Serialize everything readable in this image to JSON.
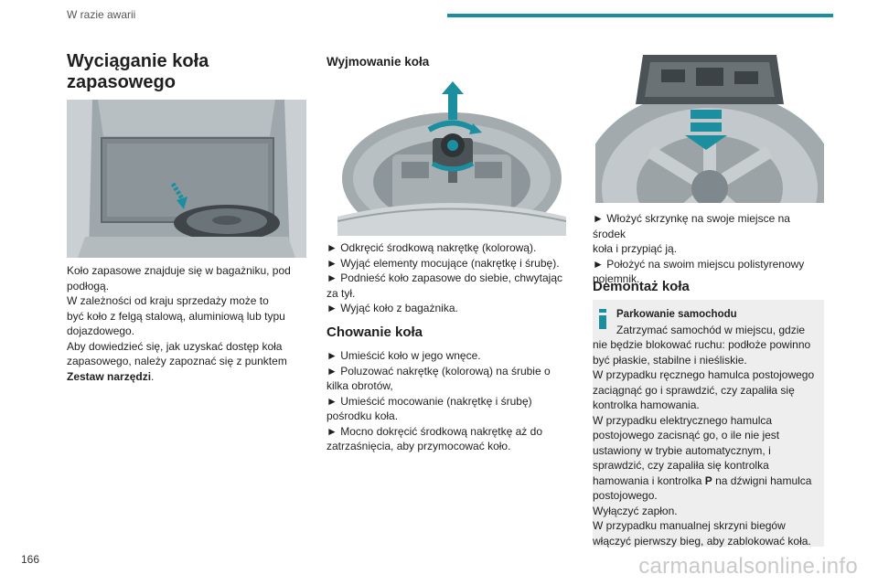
{
  "header": {
    "section": "W razie awarii"
  },
  "page_number": "166",
  "watermark": "carmanualsonline.info",
  "col1": {
    "title_line1": "Wyciąganie koła",
    "title_line2": "zapasowego",
    "para": [
      "Koło zapasowe znajduje się w bagażniku, pod",
      "podłogą.",
      "W zależności od kraju sprzedaży może to",
      "być koło z felgą stalową, aluminiową lub typu",
      "dojazdowego.",
      "Aby dowiedzieć się, jak uzyskać dostęp koła",
      "zapasowego, należy zapoznać się z punktem"
    ],
    "link": "Zestaw narzędzi",
    "link_suffix": "."
  },
  "col2": {
    "removal_title": "Wyjmowanie koła",
    "removal_lines": [
      "► Odkręcić środkową nakrętkę (kolorową).",
      "► Wyjąć elementy mocujące (nakrętkę i śrubę).",
      "► Podnieść koło zapasowe do siebie, chwytając",
      "za tył.",
      "► Wyjąć koło z bagażnika."
    ],
    "storing_title": "Chowanie koła",
    "storing_lines": [
      "► Umieścić koło w jego wnęce.",
      "► Poluzować nakrętkę (kolorową) na śrubie o",
      "kilka obrotów,",
      "► Umieścić mocowanie (nakrętkę i śrubę)",
      "pośrodku koła.",
      "► Mocno dokręcić środkową nakrętkę aż do",
      "zatrzaśnięcia, aby przymocować koło."
    ]
  },
  "col3": {
    "lines": [
      "► Włożyć skrzynkę na swoje miejsce na środek",
      "koła i przypiąć ją.",
      "► Położyć na swoim miejscu polistyrenowy",
      "pojemnik."
    ],
    "dismount_title": "Demontaż koła",
    "info": {
      "title": "Parkowanie samochodu",
      "line1": "Zatrzymać samochód w miejscu, gdzie",
      "lines_a": [
        "nie będzie blokować ruchu: podłoże powinno",
        "być płaskie, stabilne i nieśliskie.",
        "W przypadku ręcznego hamulca postojowego",
        "zaciągnąć go i sprawdzić, czy zapaliła się",
        "kontrolka hamowania.",
        "W przypadku elektrycznego hamulca",
        "postojowego zacisnąć go, o ile nie jest",
        "ustawiony w trybie automatycznym, i",
        "sprawdzić, czy zapaliła się kontrolka"
      ],
      "line_p_pre": "hamowania i kontrolka ",
      "line_p_bold": "P",
      "line_p_post": " na dźwigni hamulca",
      "lines_b": [
        "postojowego.",
        "Wyłączyć zapłon.",
        "W przypadku manualnej skrzyni biegów",
        "włączyć pierwszy bieg, aby zablokować koła."
      ]
    }
  },
  "colors": {
    "accent": "#1b8fa0",
    "arrow": "#1b8fa0"
  }
}
